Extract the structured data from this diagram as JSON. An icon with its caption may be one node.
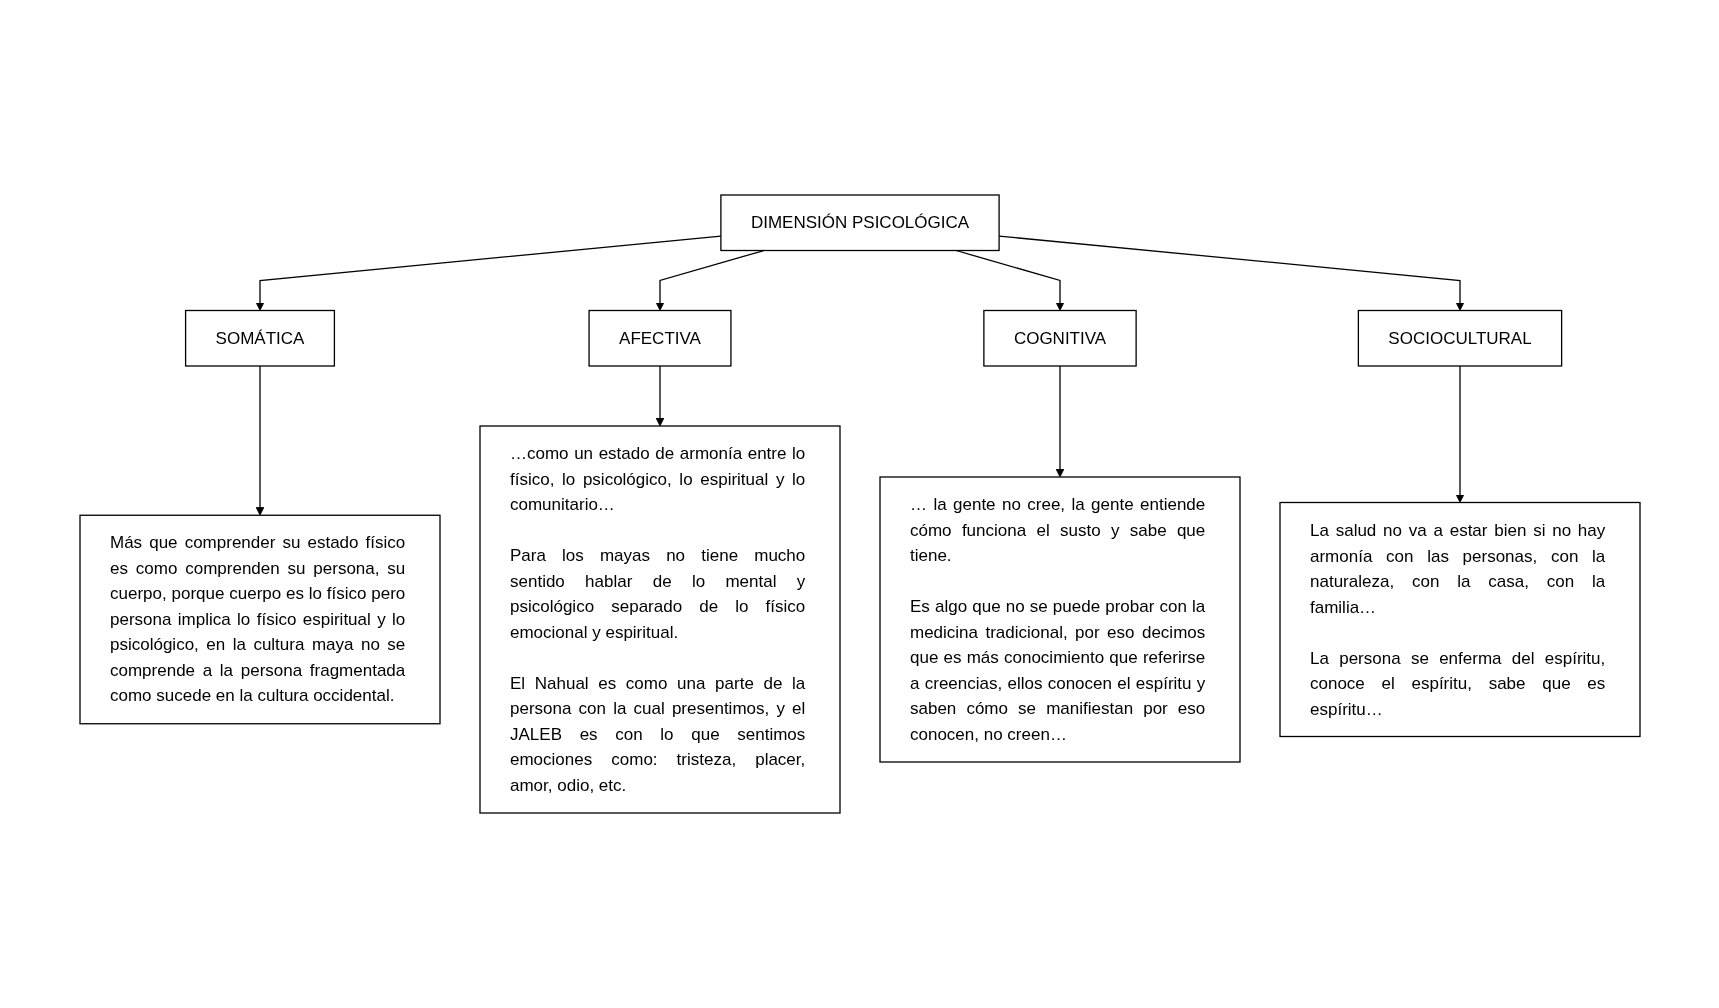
{
  "diagram": {
    "nodes": [
      {
        "text": [
          "DIMENSIÓN PSICOLÓGICA"
        ]
      },
      {
        "text": [
          "SOMÁTICA"
        ]
      },
      {
        "text": [
          "AFECTIVA"
        ]
      },
      {
        "text": [
          "COGNITIVA"
        ]
      },
      {
        "text": [
          "SOCIOCULTURAL"
        ]
      },
      {
        "text": [
          "Más que comprender su estado físico es como comprenden su persona, su cuerpo, porque cuerpo es lo físico pero persona implica lo físico espiritual y lo psicológico, en la cultura maya no se comprende a la persona fragmentada como sucede en la cultura occidental."
        ]
      },
      {
        "text": [
          "…como un estado de armonía entre lo físico, lo psicológico, lo espiritual y lo comunitario…",
          "Para los mayas no tiene mucho sentido hablar de lo mental y psicológico separado de lo físico emocional y espiritual.",
          "El Nahual es como una parte de la persona con la cual presentimos, y el JALEB es con lo que sentimos emociones como: tristeza, placer, amor, odio, etc."
        ]
      },
      {
        "text": [
          "… la gente no cree, la gente entiende cómo funciona el susto y sabe que tiene.",
          "Es algo que no se puede probar con la medicina tradicional, por eso decimos que es más conocimiento que referirse a creencias, ellos conocen el espíritu y saben cómo se manifiestan por eso conocen, no creen…"
        ]
      },
      {
        "text": [
          "La salud no va a estar bien si no hay armonía con las personas, con la naturaleza, con la casa, con la familia…",
          "La persona se enferma del espíritu, conoce el espíritu, sabe que es espíritu…"
        ]
      }
    ],
    "edges": [
      {
        "from": 0,
        "to": 1,
        "arrow": "to"
      },
      {
        "from": 0,
        "to": 2,
        "arrow": "to"
      },
      {
        "from": 0,
        "to": 3,
        "arrow": "to"
      },
      {
        "from": 0,
        "to": 4,
        "arrow": "to"
      },
      {
        "from": 1,
        "to": 5,
        "arrow": "to"
      },
      {
        "from": 2,
        "to": 6,
        "arrow": "to"
      },
      {
        "from": 3,
        "to": 7,
        "arrow": "to"
      },
      {
        "from": 4,
        "to": 8,
        "arrow": "to"
      }
    ]
  }
}
